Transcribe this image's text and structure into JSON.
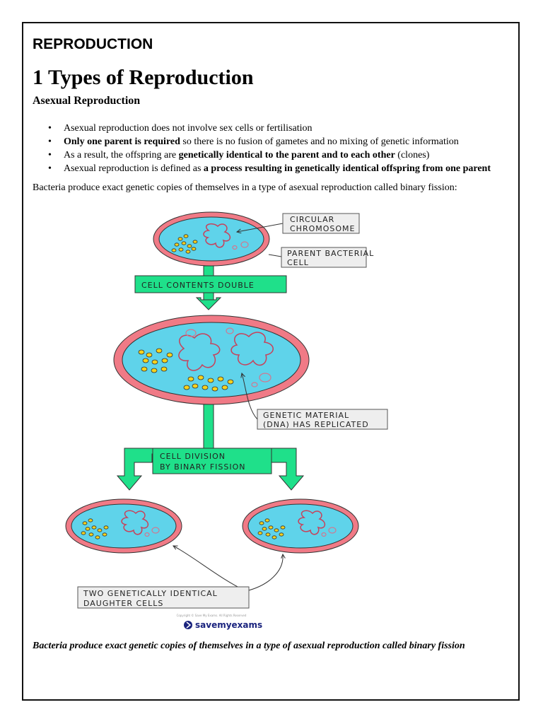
{
  "header": {
    "section_title": "REPRODUCTION"
  },
  "heading": {
    "main": "1 Types of Reproduction",
    "sub": "Asexual Reproduction"
  },
  "bullets": [
    {
      "normal_before": "Asexual reproduction does not involve sex cells or fertilisation",
      "bold": "",
      "normal_after": "",
      "bold_end": ""
    },
    {
      "normal_before": "",
      "bold": "Only one parent is required",
      "normal_after": " so there is no fusion of gametes and no mixing of genetic information",
      "bold_end": ""
    },
    {
      "normal_before": "As a result, the offspring are ",
      "bold": "genetically identical to the parent and to each other",
      "normal_after": " (clones)",
      "bold_end": ""
    },
    {
      "normal_before": "Asexual reproduction is defined as ",
      "bold": "a process resulting in genetically identical offspring from one parent",
      "normal_after": "",
      "bold_end": ""
    }
  ],
  "intro_paragraph": "Bacteria produce exact genetic copies of themselves in a type of asexual reproduction called binary fission:",
  "diagram": {
    "labels": {
      "circular_chromosome_l1": "CIRCULAR",
      "circular_chromosome_l2": "CHROMOSOME",
      "parent_cell_l1": "PARENT  BACTERIAL",
      "parent_cell_l2": "CELL",
      "cell_contents_double": "CELL  CONTENTS  DOUBLE",
      "genetic_material_l1": "GENETIC  MATERIAL",
      "genetic_material_l2": "(DNA)  HAS  REPLICATED",
      "cell_division_l1": "CELL  DIVISION",
      "cell_division_l2": "BY  BINARY  FISSION",
      "daughter_cells_l1": "TWO  GENETICALLY  IDENTICAL",
      "daughter_cells_l2": "DAUGHTER  CELLS"
    },
    "copyright": "Copyright © Save My Exams. All Rights Reserved",
    "brand": "savemyexams",
    "colors": {
      "cell_wall": "#f07a86",
      "cytoplasm": "#5fd3ea",
      "arrow_green": "#1fe08a",
      "ribosome": "#f6d21c",
      "label_box": "#eeeeee"
    }
  },
  "caption": "Bacteria produce exact genetic copies of themselves in a type of asexual reproduction called binary fission"
}
